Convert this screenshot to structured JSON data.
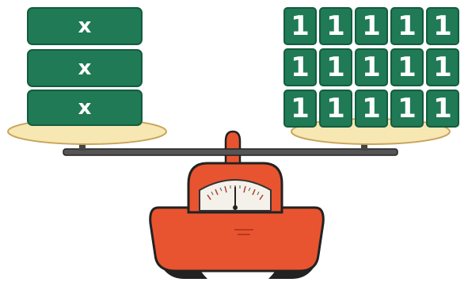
{
  "scale": {
    "left_pan": {
      "tiles": [
        {
          "label": "x"
        },
        {
          "label": "x"
        },
        {
          "label": "x"
        }
      ]
    },
    "right_pan": {
      "tiles": [
        {
          "label": "1"
        },
        {
          "label": "1"
        },
        {
          "label": "1"
        },
        {
          "label": "1"
        },
        {
          "label": "1"
        },
        {
          "label": "1"
        },
        {
          "label": "1"
        },
        {
          "label": "1"
        },
        {
          "label": "1"
        },
        {
          "label": "1"
        },
        {
          "label": "1"
        },
        {
          "label": "1"
        },
        {
          "label": "1"
        },
        {
          "label": "1"
        },
        {
          "label": "1"
        }
      ]
    }
  },
  "colors": {
    "tile": "#1f7a55",
    "tile_edge": "#145c3f",
    "pan": "#f6e7b3",
    "beam": "#555555",
    "body": "#e8542f",
    "body_dark": "#b83a1c",
    "dial": "#f4f1ea"
  }
}
